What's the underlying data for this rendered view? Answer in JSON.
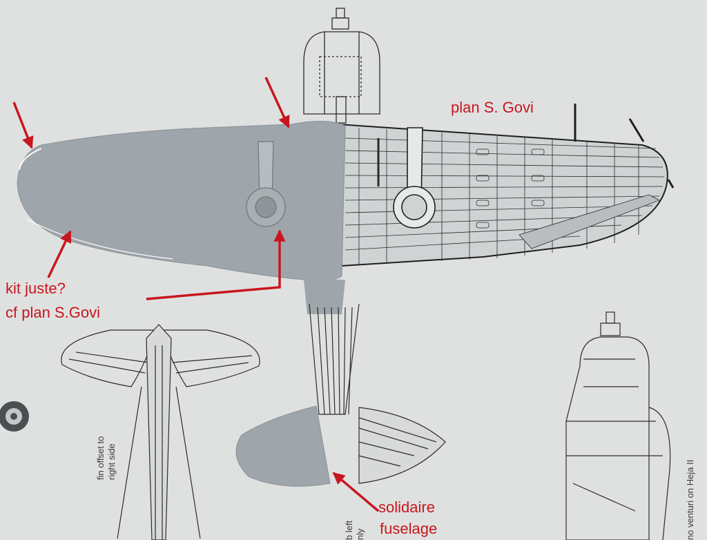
{
  "annotations": {
    "plan_govi": "plan S. Govi",
    "kit_juste": "kit juste?",
    "cf_plan": "cf plan S.Govi",
    "solidaire": "solidaire",
    "fuselage": "fuselage"
  },
  "printed_text": {
    "fin_offset_1": "fin offset to",
    "fin_offset_2": "right side",
    "tab_left": "b left",
    "tab_only": "nly",
    "venturi": "no venturi on Heja II"
  },
  "colors": {
    "background": "#dfe1e0",
    "kit_part_grey": "#9fa6ab",
    "line_art": "#2a2a2a",
    "annotation_red": "#c8161e"
  }
}
